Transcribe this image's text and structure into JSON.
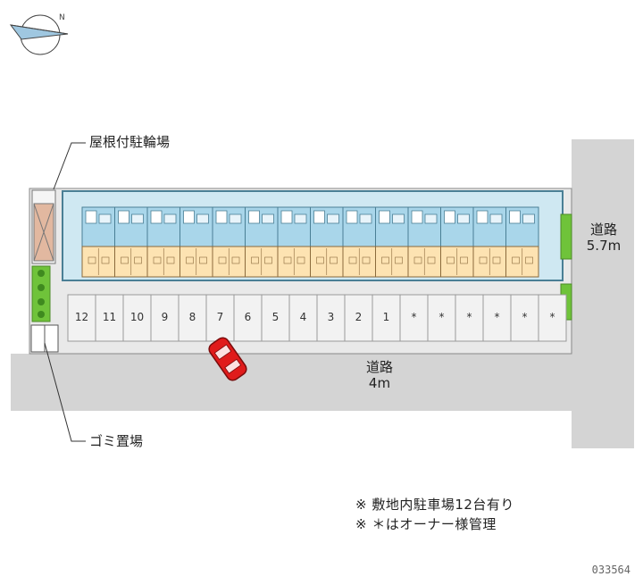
{
  "labels": {
    "roofed_bike_parking": "屋根付駐輪場",
    "garbage_area": "ゴミ置場"
  },
  "roads": {
    "side": {
      "name": "道路",
      "width": "5.7m"
    },
    "front": {
      "name": "道路",
      "width": "4m"
    }
  },
  "parking": {
    "spaces": [
      "12",
      "11",
      "10",
      "9",
      "8",
      "7",
      "6",
      "5",
      "4",
      "3",
      "2",
      "1",
      "*",
      "*",
      "*",
      "*",
      "*",
      "*"
    ]
  },
  "notes": [
    "※ 敷地内駐車場12台有り",
    "※ ＊はオーナー様管理"
  ],
  "property_code": "033564",
  "colors": {
    "road": "#d4d4d4",
    "site": "#e9e9e9",
    "building_room": "#fde3b2",
    "building_corridor": "#a9d6ea",
    "hedge": "#6fc33a",
    "car": "#e01b1b"
  },
  "building": {
    "unit_count": 14
  }
}
